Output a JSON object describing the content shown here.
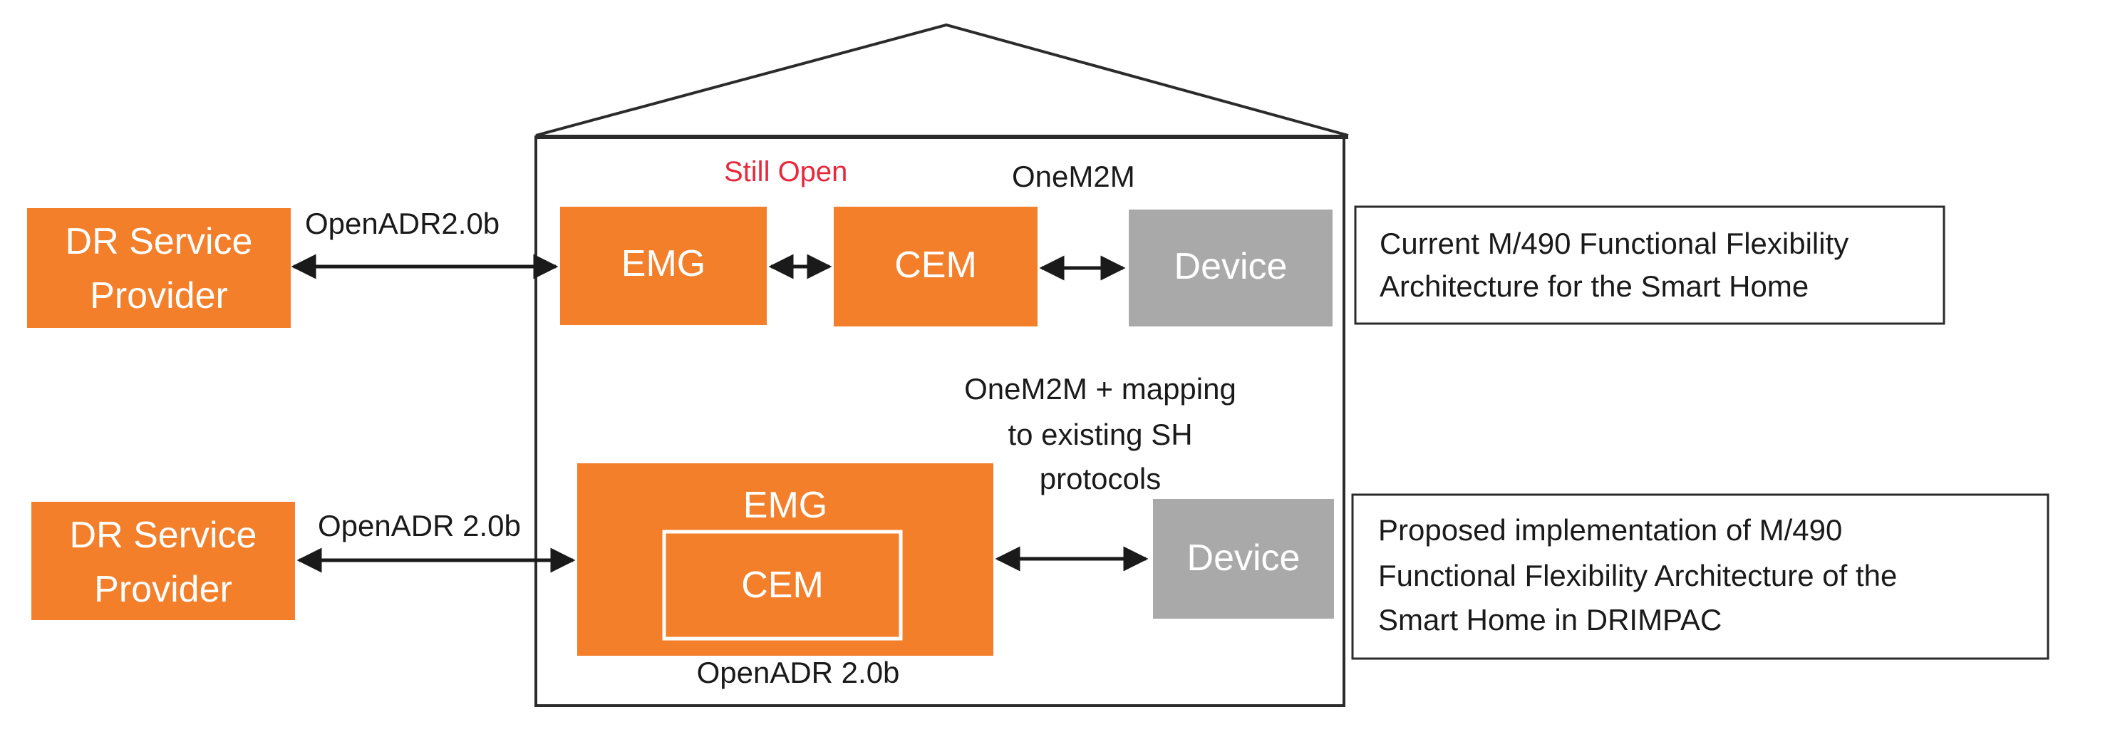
{
  "colors": {
    "orange": "#f37f2b",
    "grey": "#a9a9a9",
    "red_label": "#e8283c",
    "line": "#2b2b2b",
    "text": "#1a1a1a"
  },
  "top_row": {
    "provider_line1": "DR Service",
    "provider_line2": "Provider",
    "protocol_label": "OpenADR2.0b",
    "still_open_label": "Still Open",
    "onem2m_label": "OneM2M",
    "emg_label": "EMG",
    "cem_label": "CEM",
    "device_label": "Device",
    "caption_line1": "Current M/490 Functional Flexibility",
    "caption_line2": "Architecture for the Smart Home"
  },
  "bottom_row": {
    "provider_line1": "DR Service",
    "provider_line2": "Provider",
    "protocol_label": "OpenADR 2.0b",
    "mapping_line1": "OneM2M + mapping",
    "mapping_line2": "to existing SH",
    "mapping_line3": "protocols",
    "emg_label": "EMG",
    "cem_label": "CEM",
    "inner_protocol_label": "OpenADR 2.0b",
    "device_label": "Device",
    "caption_line1": "Proposed implementation of M/490",
    "caption_line2": "Functional Flexibility Architecture of the",
    "caption_line3": "Smart Home in DRIMPAC"
  }
}
